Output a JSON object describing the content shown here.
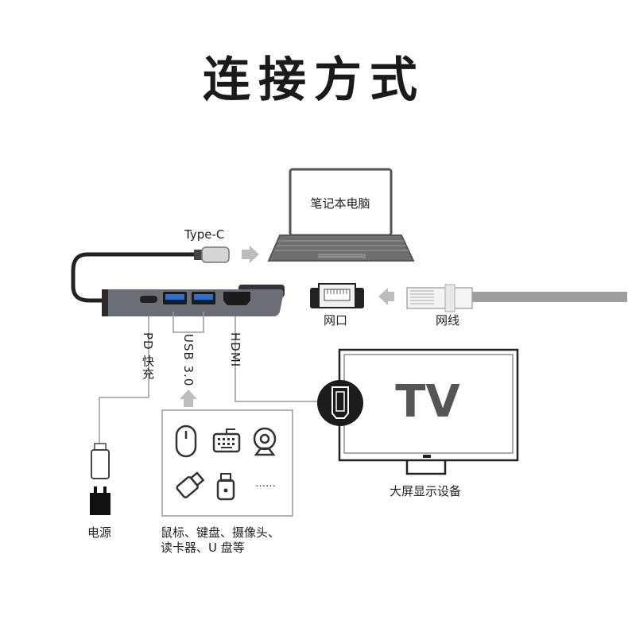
{
  "title": "连接方式",
  "labels": {
    "typec": "Type-C",
    "laptop": "笔记本电脑",
    "port": "网口",
    "cable": "网线",
    "pd": "PD 快充",
    "usb": "USB 3.0",
    "hdmi": "HDMI",
    "tv": "TV",
    "tv_caption": "大屏显示设备",
    "power": "电源",
    "dots": "……",
    "peripherals_line1": "鼠标、键盘、摄像头、",
    "peripherals_line2": "读卡器、U 盘等"
  },
  "icons": [
    "laptop-icon",
    "hub-icon",
    "ethernet-port-icon",
    "rj45-plug-icon",
    "tv-icon",
    "hdmi-icon",
    "usb-plug-icon",
    "power-adapter-icon",
    "mouse-icon",
    "keyboard-icon",
    "webcam-icon",
    "usb-drive-icon",
    "card-reader-icon",
    "arrow-icon"
  ],
  "colors": {
    "hub": "#6b6f75",
    "line": "#9a9a9a",
    "outline": "#444444",
    "dark": "#1a1a1a"
  }
}
